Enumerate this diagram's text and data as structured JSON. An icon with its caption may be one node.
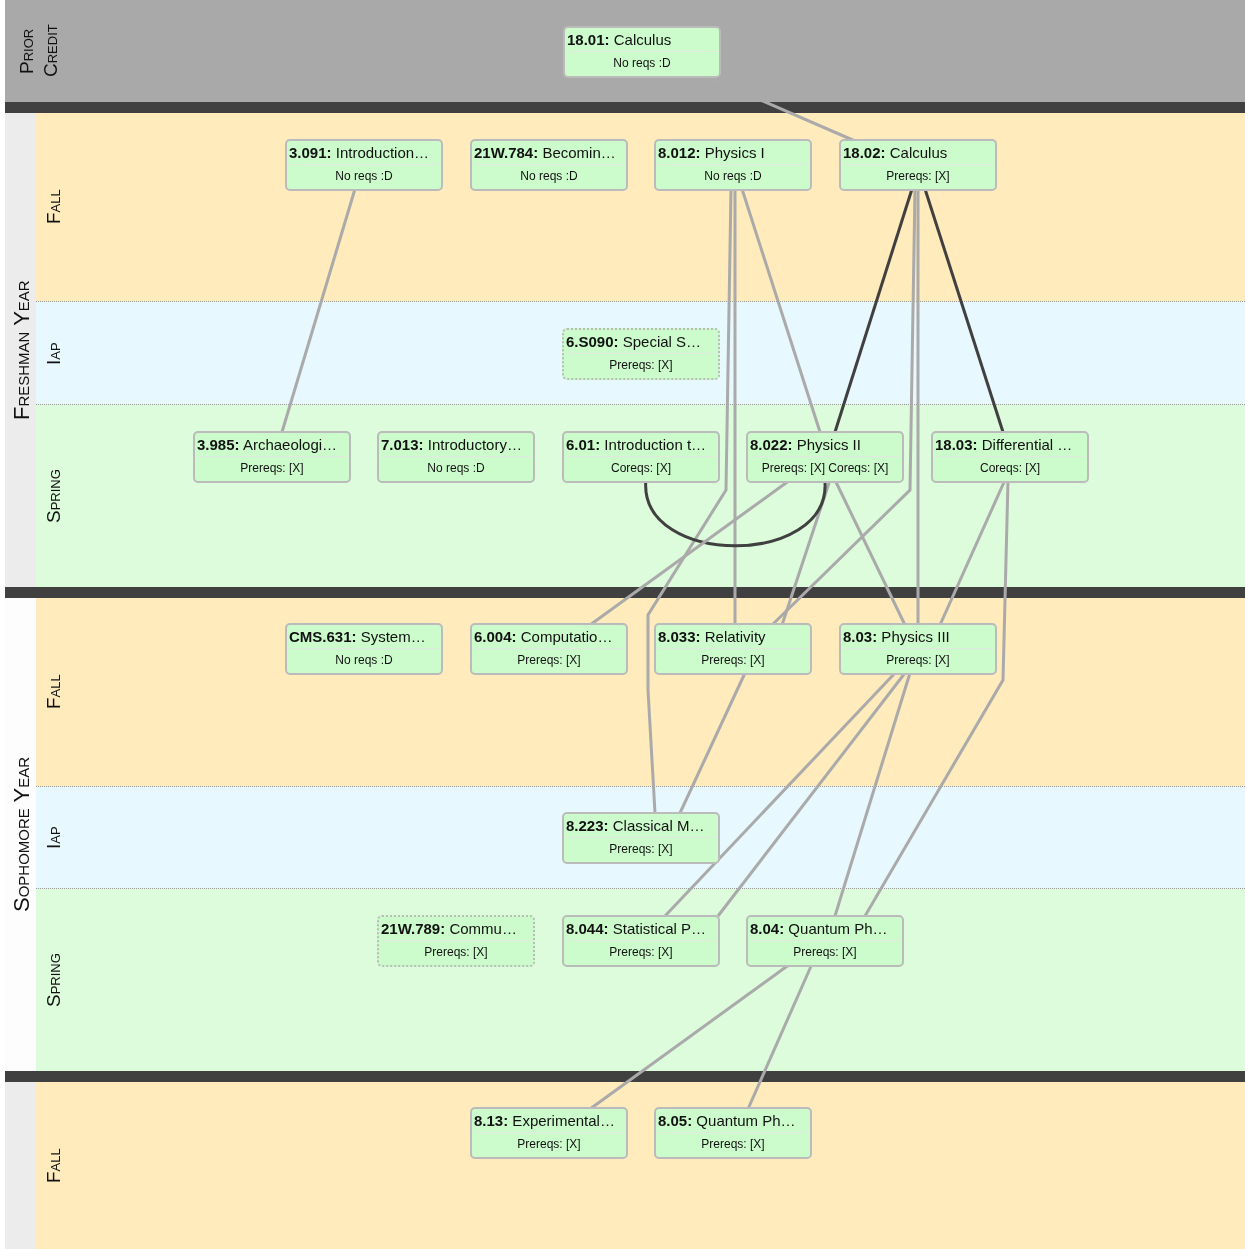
{
  "diagram": {
    "nodes": [
      {
        "text": [
          "Prior Credit"
        ]
      },
      {
        "text": [
          "**18.01:** Calculus",
          "No reqs :D"
        ],
        "in": 0
      },
      {
        "text": [
          "Freshman Year"
        ]
      },
      {
        "text": [
          "Fall"
        ],
        "in": 2
      },
      {
        "text": [
          "**3.091:** Introduction…",
          "No reqs :D"
        ],
        "in": 3
      },
      {
        "text": [
          "**21W.784:** Becomin…",
          "No reqs :D"
        ],
        "in": 3
      },
      {
        "text": [
          "**8.012:** Physics I",
          "No reqs :D"
        ],
        "in": 3
      },
      {
        "text": [
          "**18.02:** Calculus",
          "Prereqs: [X]"
        ],
        "in": 3
      },
      {
        "text": [
          "Iap"
        ],
        "in": 2
      },
      {
        "text": [
          "**6.S090:** Special S…",
          "Prereqs: [X]"
        ],
        "in": 8
      },
      {
        "text": [
          "Spring"
        ],
        "in": 2
      },
      {
        "text": [
          "**3.985:** Archaeologi…",
          "Prereqs: [X]"
        ],
        "in": 10
      },
      {
        "text": [
          "**7.013:** Introductory…",
          "No reqs :D"
        ],
        "in": 10
      },
      {
        "text": [
          "**6.01:** Introduction t…",
          "Coreqs: [X]"
        ],
        "in": 10
      },
      {
        "text": [
          "**8.022:** Physics II",
          "Prereqs: [X] Coreqs: [X]"
        ],
        "in": 10
      },
      {
        "text": [
          "**18.03:** Differential …",
          "Coreqs: [X]"
        ],
        "in": 10
      },
      {
        "text": [
          "Sophomore Year"
        ]
      },
      {
        "text": [
          "Fall"
        ],
        "in": 16
      },
      {
        "text": [
          "**CMS.631:** System…",
          "No reqs :D"
        ],
        "in": 17
      },
      {
        "text": [
          "**6.004:** Computatio…",
          "Prereqs: [X]"
        ],
        "in": 17
      },
      {
        "text": [
          "**8.033:** Relativity",
          "Prereqs: [X]"
        ],
        "in": 17
      },
      {
        "text": [
          "**8.03:** Physics III",
          "Prereqs: [X]"
        ],
        "in": 17
      },
      {
        "text": [
          "Iap"
        ],
        "in": 16
      },
      {
        "text": [
          "**8.223:** Classical M…",
          "Prereqs: [X]"
        ],
        "in": 22
      },
      {
        "text": [
          "Spring"
        ],
        "in": 16
      },
      {
        "text": [
          "**21W.789:** Commu…",
          "Prereqs: [X]"
        ],
        "in": 24
      },
      {
        "text": [
          "**8.044:** Statistical P…",
          "Prereqs: [X]"
        ],
        "in": 24
      },
      {
        "text": [
          "**8.04:** Quantum Ph…",
          "Prereqs: [X]"
        ],
        "in": 24
      },
      {
        "text": [
          "Fall"
        ]
      },
      {
        "text": [
          "**8.13:** Experimental…",
          "Prereqs: [X]"
        ],
        "in": 28
      },
      {
        "text": [
          "**8.05:** Quantum Ph…",
          "Prereqs: [X]"
        ],
        "in": 28
      }
    ],
    "edges": [
      {
        "from": 1,
        "to": 7,
        "arrow": "none"
      },
      {
        "from": 4,
        "to": 11,
        "arrow": "none"
      },
      {
        "from": 6,
        "to": 14,
        "arrow": "none"
      },
      {
        "from": 6,
        "to": 20,
        "arrow": "none"
      },
      {
        "from": 6,
        "to": 23,
        "arrow": "none"
      },
      {
        "from": 20,
        "to": 23,
        "arrow": "none"
      },
      {
        "from": 7,
        "to": 14,
        "arrow": "none",
        "color": "#404040"
      },
      {
        "from": 7,
        "to": 15,
        "arrow": "none",
        "color": "#404040"
      },
      {
        "from": 7,
        "to": 21,
        "arrow": "none"
      },
      {
        "from": 7,
        "to": 20,
        "arrow": "none"
      },
      {
        "from": 14,
        "to": 20,
        "arrow": "none"
      },
      {
        "from": 13,
        "to": 14,
        "arrow": "none",
        "color": "#404040"
      },
      {
        "from": 14,
        "to": 19,
        "arrow": "none"
      },
      {
        "from": 14,
        "to": 21,
        "arrow": "none"
      },
      {
        "from": 15,
        "to": 21,
        "arrow": "none"
      },
      {
        "from": 15,
        "to": 27,
        "arrow": "none"
      },
      {
        "from": 21,
        "to": 26,
        "arrow": "none"
      },
      {
        "from": 21,
        "to": 26,
        "arrow": "none"
      },
      {
        "from": 21,
        "to": 27,
        "arrow": "none"
      },
      {
        "from": 27,
        "to": 29,
        "arrow": "none"
      },
      {
        "from": 27,
        "to": 30,
        "arrow": "none"
      }
    ]
  }
}
